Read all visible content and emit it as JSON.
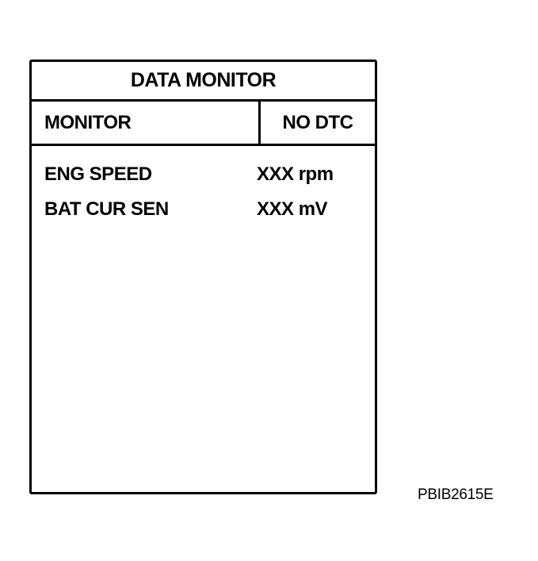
{
  "screen": {
    "title": "DATA MONITOR",
    "header": {
      "mode_label": "MONITOR",
      "dtc_status": "NO DTC"
    },
    "items": [
      {
        "label": "ENG SPEED",
        "value": "XXX rpm"
      },
      {
        "label": "BAT CUR SEN",
        "value": "XXX mV"
      }
    ]
  },
  "figure_code": "PBIB2615E",
  "colors": {
    "border": "#000000",
    "background": "#ffffff",
    "text": "#000000"
  }
}
